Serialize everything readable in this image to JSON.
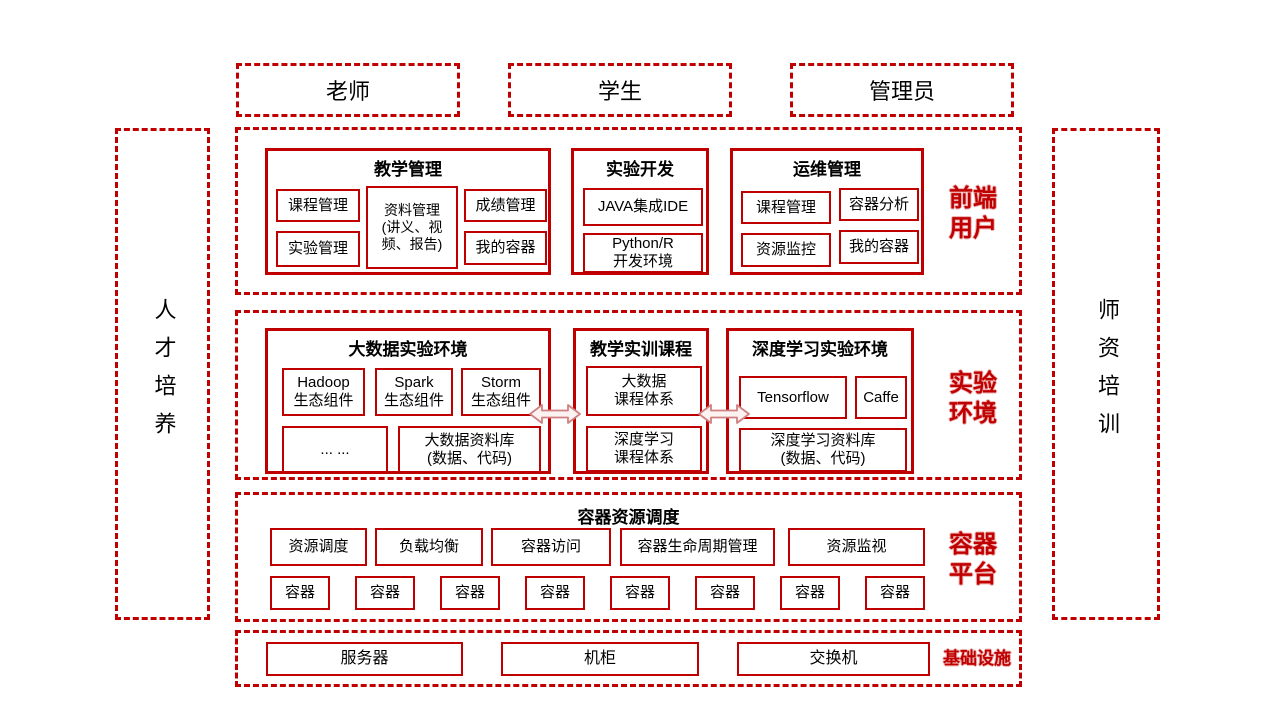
{
  "colors": {
    "accent_red": "#C00000",
    "arrow_fill": "#FCF2F2",
    "arrow_stroke": "#D08080",
    "background": "#FFFFFF"
  },
  "actors": {
    "teacher": "老师",
    "student": "学生",
    "admin": "管理员"
  },
  "side_panels": {
    "left": "人才培养",
    "right": "师资培训"
  },
  "frontend_layer": {
    "label": "前端\n用户",
    "teaching_group": {
      "title": "教学管理",
      "course_mgmt": "课程管理",
      "experiment_mgmt": "实验管理",
      "material_mgmt": "资料管理\n(讲义、视\n频、报告)",
      "grade_mgmt": "成绩管理",
      "my_container": "我的容器"
    },
    "dev_group": {
      "title": "实验开发",
      "java_ide": "JAVA集成IDE",
      "python_env": "Python/R\n开发环境"
    },
    "ops_group": {
      "title": "运维管理",
      "course_mgmt": "课程管理",
      "container_analysis": "容器分析",
      "resource_monitor": "资源监控",
      "my_container": "我的容器"
    }
  },
  "lab_layer": {
    "label": "实验\n环境",
    "bigdata_group": {
      "title": "大数据实验环境",
      "hadoop": "Hadoop\n生态组件",
      "spark": "Spark\n生态组件",
      "storm": "Storm\n生态组件",
      "more": "... ...",
      "repo": "大数据资料库\n(数据、代码)"
    },
    "course_group": {
      "title": "教学实训课程",
      "bigdata_course": "大数据\n课程体系",
      "deep_course": "深度学习\n课程体系"
    },
    "deep_group": {
      "title": "深度学习实验环境",
      "tensorflow": "Tensorflow",
      "caffe": "Caffe",
      "repo": "深度学习资料库\n(数据、代码)"
    }
  },
  "container_layer": {
    "label": "容器\n平台",
    "title": "容器资源调度",
    "features": [
      "资源调度",
      "负载均衡",
      "容器访问",
      "容器生命周期管理",
      "资源监视"
    ],
    "container_label": "容器"
  },
  "infra_layer": {
    "label": "基础设施",
    "server": "服务器",
    "rack": "机柜",
    "switch": "交换机"
  }
}
